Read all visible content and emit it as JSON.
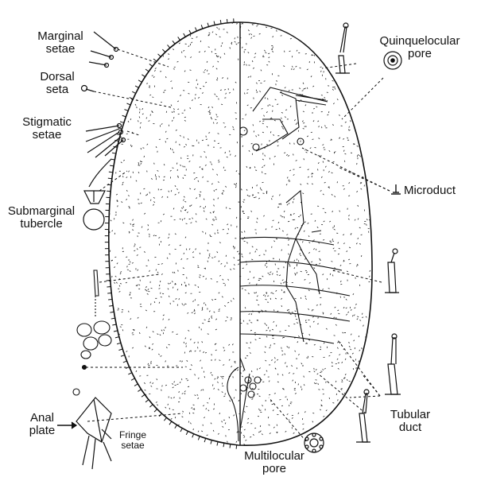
{
  "labels": {
    "marginal_setae": [
      "Marginal",
      "setae"
    ],
    "dorsal_seta": [
      "Dorsal",
      "seta"
    ],
    "stigmatic_setae": [
      "Stigmatic",
      "setae"
    ],
    "submarginal_tubercle": [
      "Submarginal",
      "tubercle"
    ],
    "anal_plate": [
      "Anal",
      "plate"
    ],
    "fringe_setae": [
      "Fringe",
      "setae"
    ],
    "multilocular_pore": [
      "Multilocular",
      "pore"
    ],
    "quinquelocular_pore": [
      "Quinquelocular",
      "pore"
    ],
    "microduct": [
      "Microduct"
    ],
    "tubular_duct": [
      "Tubular",
      "duct"
    ]
  },
  "colors": {
    "ink": "#111111",
    "background": "#ffffff"
  }
}
